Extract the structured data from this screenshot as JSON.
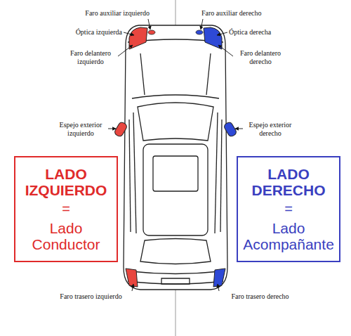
{
  "diagram": {
    "nodes": [
      {
        "text": [
          "LADO IZQUIERDO",
          "=",
          "Lado Conductor"
        ]
      },
      {
        "text": [
          "LADO DERECHO",
          "=",
          "Lado Acompañante"
        ]
      }
    ],
    "labels": [
      "Faro auxiliar izquierdo",
      "Faro auxiliar derecho",
      "Óptica izquierda",
      "Óptica derecha",
      "Faro delantero izquierdo",
      "Faro delantero derecho",
      "Espejo exterior izquierdo",
      "Espejo exterior derecho",
      "Faro trasero izquierdo",
      "Faro trasero derecho"
    ]
  }
}
